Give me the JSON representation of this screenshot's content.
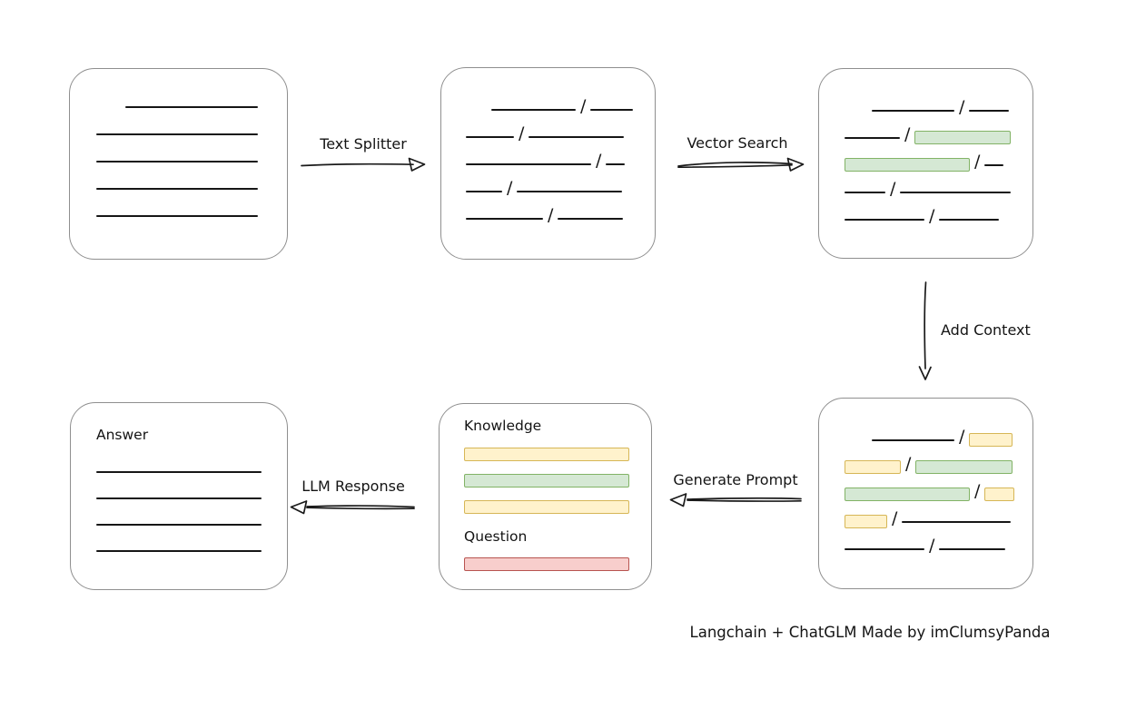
{
  "diagram": {
    "caption": "Langchain + ChatGLM Made by imClumsyPanda",
    "arrows": {
      "text_splitter": {
        "label": "Text Splitter",
        "direction": "right"
      },
      "vector_search": {
        "label": "Vector Search",
        "direction": "right"
      },
      "add_context": {
        "label": "Add Context",
        "direction": "down"
      },
      "generate_prompt": {
        "label": "Generate Prompt",
        "direction": "left"
      },
      "llm_response": {
        "label": "LLM Response",
        "direction": "left"
      }
    },
    "colors": {
      "green_fill": "#d5e8d4",
      "green_stroke": "#82b366",
      "yellow_fill": "#fff2cc",
      "yellow_stroke": "#d6b656",
      "red_fill": "#f8cecc",
      "red_stroke": "#b85450",
      "box_border": "#8f8f8f",
      "line_color": "#161616",
      "text_color": "#141414"
    },
    "boxes": {
      "document": {
        "lines": [
          {
            "ml": 32,
            "w": 146
          },
          {
            "w": 178
          },
          {
            "w": 178
          },
          {
            "w": 178
          },
          {
            "w": 178
          }
        ]
      },
      "chunks": {
        "rows": [
          [
            {
              "t": "line",
              "w": 93,
              "ml": 28
            },
            {
              "t": "slash"
            },
            {
              "t": "line",
              "w": 47
            }
          ],
          [
            {
              "t": "line",
              "w": 53
            },
            {
              "t": "slash"
            },
            {
              "t": "line",
              "w": 105
            }
          ],
          [
            {
              "t": "line",
              "w": 138
            },
            {
              "t": "slash"
            },
            {
              "t": "line",
              "w": 21
            }
          ],
          [
            {
              "t": "line",
              "w": 40
            },
            {
              "t": "slash"
            },
            {
              "t": "line",
              "w": 116
            }
          ],
          [
            {
              "t": "line",
              "w": 85
            },
            {
              "t": "slash"
            },
            {
              "t": "line",
              "w": 72
            }
          ]
        ]
      },
      "vector_result": {
        "rows": [
          [
            {
              "t": "line",
              "w": 91,
              "ml": 30
            },
            {
              "t": "slash"
            },
            {
              "t": "line",
              "w": 44
            }
          ],
          [
            {
              "t": "line",
              "w": 61
            },
            {
              "t": "slash"
            },
            {
              "t": "green",
              "w": 106
            }
          ],
          [
            {
              "t": "green",
              "w": 138
            },
            {
              "t": "slash"
            },
            {
              "t": "line",
              "w": 21
            }
          ],
          [
            {
              "t": "line",
              "w": 45
            },
            {
              "t": "slash"
            },
            {
              "t": "line",
              "w": 122
            }
          ],
          [
            {
              "t": "line",
              "w": 88
            },
            {
              "t": "slash"
            },
            {
              "t": "line",
              "w": 66
            }
          ]
        ]
      },
      "context": {
        "rows": [
          [
            {
              "t": "line",
              "w": 91,
              "ml": 30
            },
            {
              "t": "slash"
            },
            {
              "t": "yellow",
              "w": 48
            }
          ],
          [
            {
              "t": "yellow",
              "w": 62
            },
            {
              "t": "slash"
            },
            {
              "t": "green",
              "w": 107
            }
          ],
          [
            {
              "t": "green",
              "w": 138
            },
            {
              "t": "slash"
            },
            {
              "t": "yellow",
              "w": 33
            }
          ],
          [
            {
              "t": "yellow",
              "w": 47
            },
            {
              "t": "slash"
            },
            {
              "t": "line",
              "w": 120
            }
          ],
          [
            {
              "t": "line",
              "w": 88
            },
            {
              "t": "slash"
            },
            {
              "t": "line",
              "w": 73
            }
          ]
        ]
      },
      "prompt": {
        "knowledge_label": "Knowledge",
        "question_label": "Question",
        "knowledge_bars": [
          {
            "color": "yellow",
            "w": 182
          },
          {
            "color": "green",
            "w": 182
          },
          {
            "color": "yellow",
            "w": 182
          }
        ],
        "question_bars": [
          {
            "color": "red",
            "w": 182
          }
        ]
      },
      "answer": {
        "label": "Answer",
        "lines": [
          {
            "w": 182
          },
          {
            "w": 182
          },
          {
            "w": 182
          },
          {
            "w": 182
          }
        ]
      }
    }
  }
}
